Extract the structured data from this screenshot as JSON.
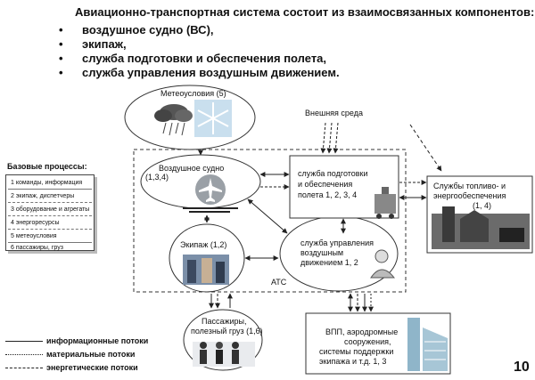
{
  "header": {
    "title": "Авиационно-транспортная система состоит из взаимосвязанных компонентов:",
    "bullets": [
      "воздушное судно (ВС),",
      "экипаж,",
      "служба подготовки и обеспечения полета,",
      "служба управления воздушным движением."
    ]
  },
  "nodes": {
    "weather": "Метеоусловия (5)",
    "aircraft_line1": "Воздушное судно",
    "aircraft_line2": "(1,3,4)",
    "external": "Внешняя среда",
    "prep_line1": "служба подготовки",
    "prep_line2": "и обеспечения",
    "prep_line3": "полета 1, 2, 3, 4",
    "fuel_line1": "Службы топливо- и",
    "fuel_line2": "энергообеспечения",
    "fuel_line3": "(1, 4)",
    "crew": "Экипаж (1,2)",
    "atc_line1": "служба управления",
    "atc_line2": "воздушным",
    "atc_line3": "движением 1, 2",
    "atc_label": "АТС",
    "pax_line1": "Пассажиры,",
    "pax_line2": "полезный груз (1,6)",
    "airport_line1": "ВПП, аэродромные",
    "airport_line2": "сооружения,",
    "airport_line3": "системы поддержки",
    "airport_line4": "экипажа и т.д. 1, 3"
  },
  "base_processes": {
    "title": "Базовые процессы:",
    "items": [
      "1 команды, информация",
      "2 экипаж, диспетчеры",
      "3 оборудование и агрегаты",
      "4 энергоресурсы",
      "5 метеоусловия",
      "6 пассажиры, груз"
    ]
  },
  "legend": {
    "info": "информационные потоки",
    "material": "материальные потоки",
    "energy": "энергетические потоки"
  },
  "page_number": "10",
  "colors": {
    "sky": "#c9dfee",
    "plane_circle": "#9aa0a6",
    "building": "#8fb5c9",
    "ground": "#6b6b6b"
  }
}
